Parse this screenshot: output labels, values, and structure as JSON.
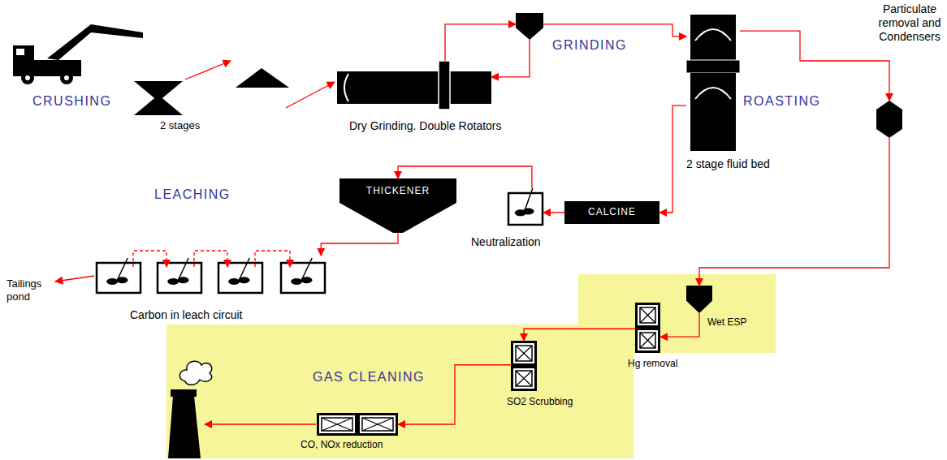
{
  "diagram": {
    "nodes": [
      {
        "text": [
          "CRUSHING",
          "2 stages"
        ]
      },
      {
        "text": [
          "Dry Grinding. Double Rotators"
        ]
      },
      {
        "text": [
          "GRINDING"
        ]
      },
      {
        "text": [
          "ROASTING",
          "2 stage fluid bed"
        ]
      },
      {
        "text": [
          "Particulate removal and Condensers"
        ]
      },
      {
        "text": [
          "CALCINE"
        ]
      },
      {
        "text": [
          "Neutralization"
        ]
      },
      {
        "text": [
          "THICKENER"
        ]
      },
      {
        "text": [
          "LEACHING",
          "Carbon in leach circuit"
        ]
      },
      {
        "text": [
          "GAS CLEANING"
        ]
      },
      {
        "text": [
          "Wet ESP"
        ],
        "in": 9
      },
      {
        "text": [
          "Hg removal"
        ],
        "in": 9
      },
      {
        "text": [
          "SO2 Scrubbing"
        ],
        "in": 9
      },
      {
        "text": [
          "CO, NOx reduction"
        ],
        "in": 9
      }
    ],
    "edges": [
      {
        "from": 1,
        "to": 2,
        "arrow": "to"
      },
      {
        "from": 2,
        "to": 1,
        "arrow": "to"
      },
      {
        "from": 2,
        "to": 3,
        "arrow": "to"
      },
      {
        "from": 3,
        "to": 4,
        "arrow": "to"
      },
      {
        "from": 4,
        "to": 10,
        "arrow": "to"
      },
      {
        "from": 3,
        "to": 5,
        "arrow": "to"
      },
      {
        "from": 5,
        "to": 6,
        "arrow": "to"
      },
      {
        "from": 6,
        "to": 7,
        "arrow": "to"
      },
      {
        "from": 7,
        "to": 8,
        "arrow": "to"
      },
      {
        "from": 10,
        "to": 11,
        "arrow": "to"
      },
      {
        "from": 11,
        "to": 12,
        "arrow": "to"
      },
      {
        "from": 12,
        "to": 13,
        "arrow": "to"
      }
    ],
    "labels": [
      "Tailings pond"
    ]
  }
}
